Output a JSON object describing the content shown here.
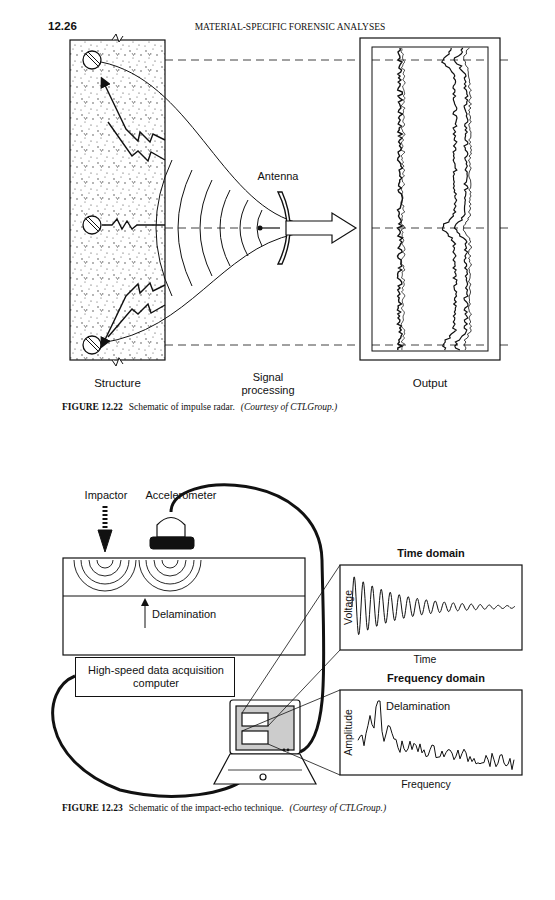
{
  "diagram": {
    "nodes": [
      {
        "text": [
          "Structure"
        ]
      },
      {
        "text": [
          "Output"
        ]
      },
      {
        "text": [
          "Delamination"
        ]
      },
      {
        "text": [
          "High-speed data acquisition computer"
        ]
      },
      {
        "text": [
          "Time domain",
          "Voltage",
          "Time"
        ]
      },
      {
        "text": [
          "Frequency domain",
          "Amplitude",
          "Delamination",
          "Frequency"
        ]
      }
    ],
    "labels": [
      "12.26",
      "MATERIAL-SPECIFIC FORENSIC ANALYSES",
      "Antenna",
      "Signal processing",
      "FIGURE 12.22",
      "Schematic of impulse radar.",
      "(Courtesy of CTLGroup.)",
      "Impactor",
      "Accelerometer",
      "FIGURE 12.23",
      "Schematic of the impact-echo technique.",
      "(Courtesy of CTLGroup.)"
    ]
  }
}
